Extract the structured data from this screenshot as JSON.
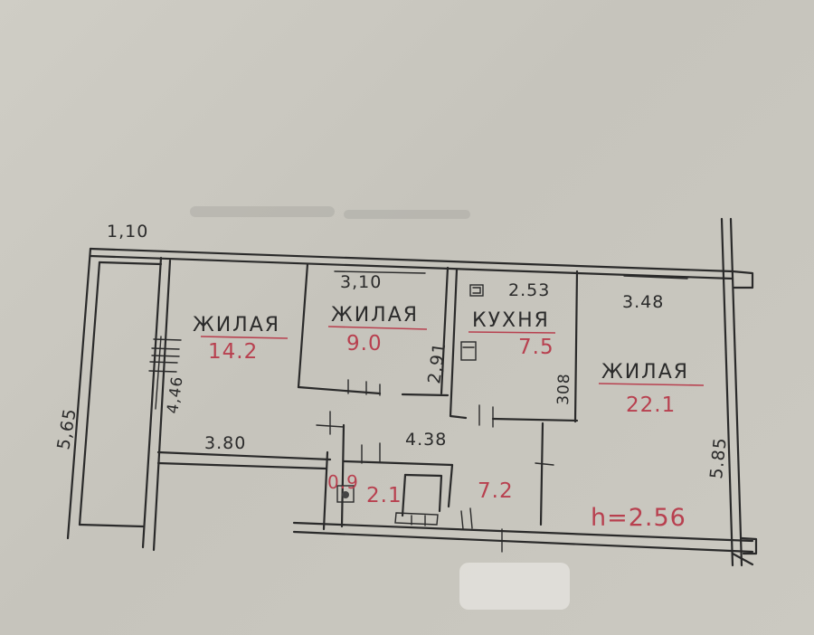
{
  "plan": {
    "rooms": [
      {
        "name": "ЖИЛАЯ",
        "area": "14.2"
      },
      {
        "name": "ЖИЛАЯ",
        "area": "9.0"
      },
      {
        "name": "КУХНЯ",
        "area": "7.5"
      },
      {
        "name": "ЖИЛАЯ",
        "area": "22.1"
      }
    ],
    "small_areas": [
      "0.9",
      "2.1",
      "7.2"
    ],
    "dimensions": {
      "balcony_width": "1,10",
      "total_depth_left": "5,65",
      "room1_depth": "4,46",
      "room1_width": "3.80",
      "room2_width": "3,10",
      "room2_depth": "2,91",
      "hall_width": "4.38",
      "kitchen_width": "2.53",
      "kitchen_depth": "308",
      "room4_width": "3.48",
      "room4_depth": "5.85"
    },
    "ceiling_height": "h=2.56"
  },
  "colors": {
    "ink": "#2a2a2a",
    "red": "#b8404f",
    "paper": "#c9c7bf"
  }
}
